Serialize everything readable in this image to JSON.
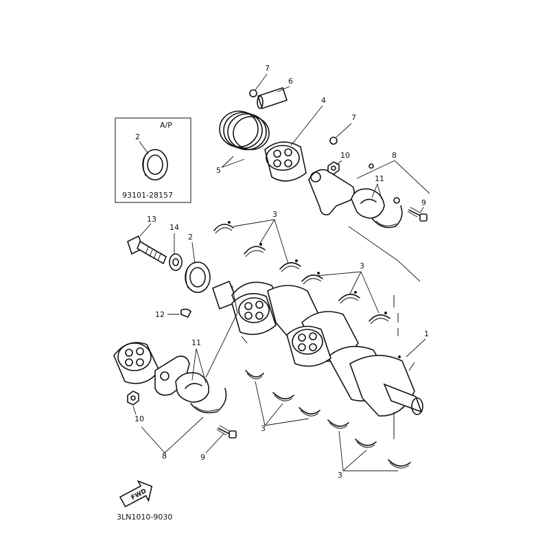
{
  "callouts": {
    "c1": "1",
    "c2_inset": "2",
    "c2": "2",
    "c3_top": "3",
    "c3_mid": "3",
    "c3_lower": "3",
    "c3_bottom": "3",
    "c4": "4",
    "c5": "5",
    "c6": "6",
    "c7_top": "7",
    "c7_mid": "7",
    "c8_top": "8",
    "c8_bottom": "8",
    "c9_top": "9",
    "c9_bottom": "9",
    "c10_top": "10",
    "c10_bottom": "10",
    "c11_top": "11",
    "c11_bottom": "11",
    "c12": "12",
    "c13": "13",
    "c14": "14"
  },
  "inset": {
    "title": "A/P",
    "part_number": "93101-28157"
  },
  "fwd_label": "FWD",
  "diagram_code": "3LN1010-9030",
  "colors": {
    "ink": "#111111",
    "paper": "#ffffff"
  }
}
